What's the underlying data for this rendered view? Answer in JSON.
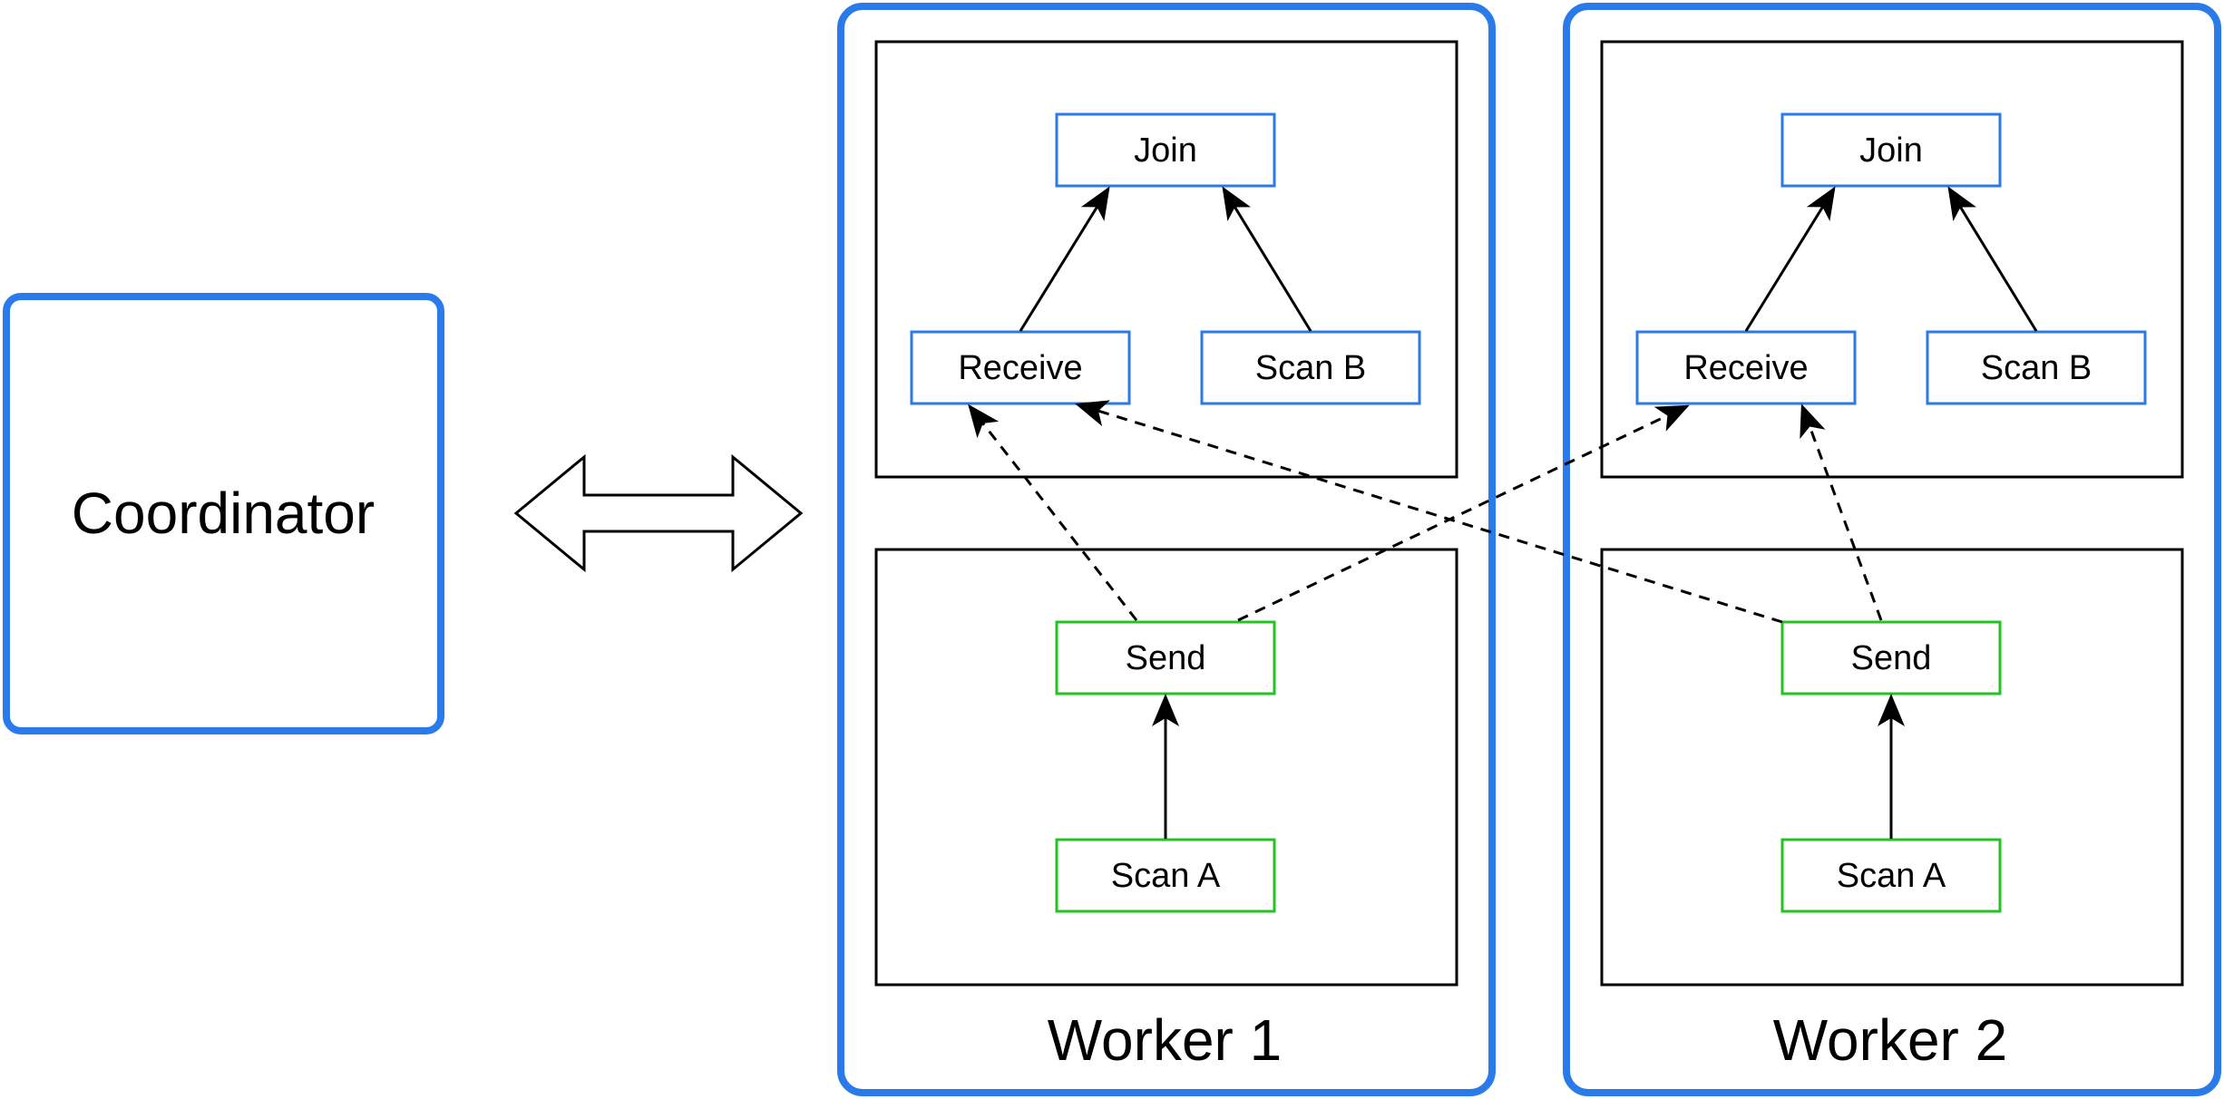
{
  "coordinator": {
    "label": "Coordinator"
  },
  "workers": [
    {
      "label": "Worker 1",
      "nodes": {
        "join": "Join",
        "receive": "Receive",
        "scan_b": "Scan B",
        "send": "Send",
        "scan_a": "Scan A"
      }
    },
    {
      "label": "Worker 2",
      "nodes": {
        "join": "Join",
        "receive": "Receive",
        "scan_b": "Scan B",
        "send": "Send",
        "scan_a": "Scan A"
      }
    }
  ],
  "colors": {
    "blue": "#2a7ae9",
    "green": "#22c322",
    "line": "#000000"
  }
}
